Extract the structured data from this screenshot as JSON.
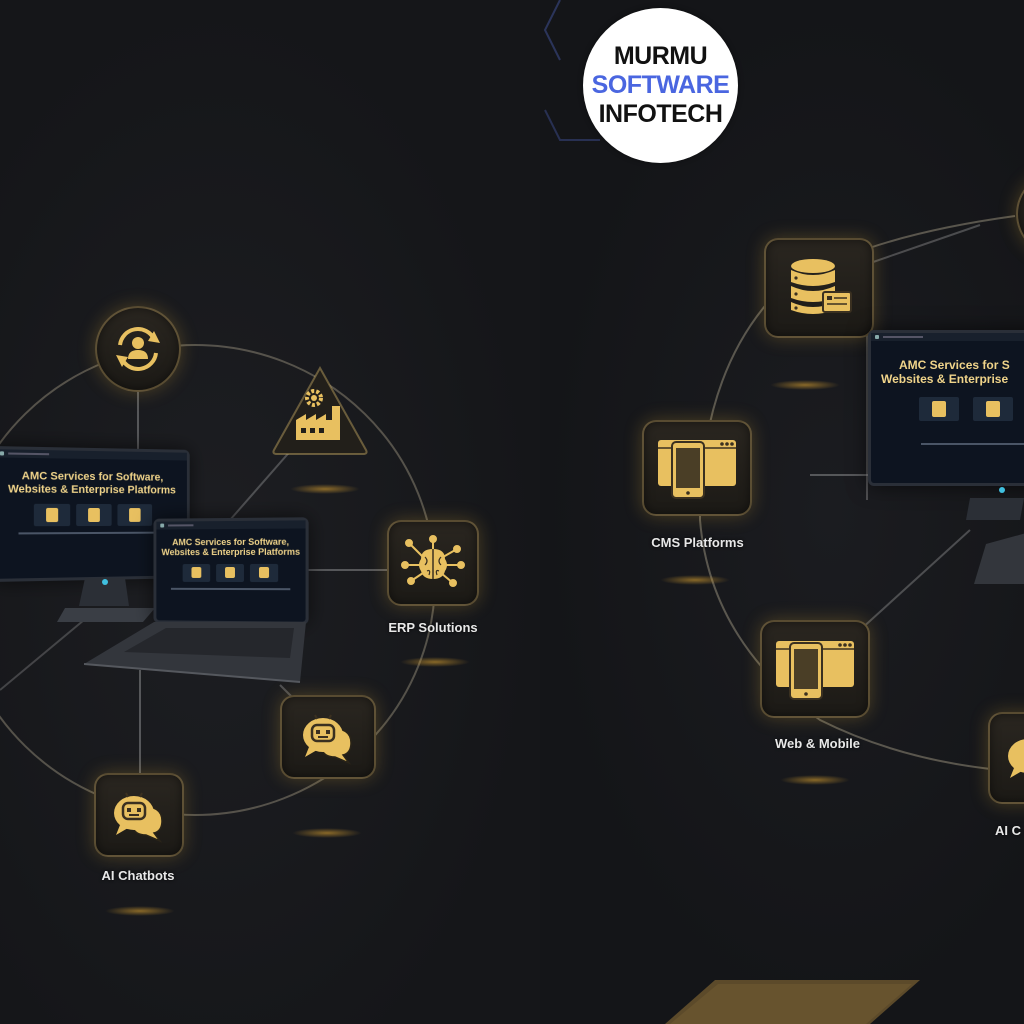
{
  "brand": {
    "line1": "MURMU",
    "line2": "SOFTWARE",
    "line3": "INFOTECH",
    "colors": {
      "dark": "#111111",
      "accent": "#4a66e0",
      "badge_bg": "#ffffff"
    }
  },
  "theme": {
    "background": "#16171a",
    "gold": "#e8c060",
    "node_border": "#c8aa64",
    "label_text": "#e8e8e8"
  },
  "left_panel": {
    "monitor_screen": {
      "title_line1": "AMC Services for Software,",
      "title_line2": "Websites & Enterprise Platforms"
    },
    "laptop_screen": {
      "title_line1": "AMC Services for Software,",
      "title_line2": "Websites & Enterprise Platforms"
    },
    "nodes": [
      {
        "id": "support-cycle",
        "icon": "user-sync-icon",
        "label": ""
      },
      {
        "id": "manufacturing",
        "icon": "factory-gear-icon",
        "label": ""
      },
      {
        "id": "erp",
        "icon": "ai-brain-icon",
        "label": "ERP Solutions"
      },
      {
        "id": "chatbot-right",
        "icon": "robot-chat-icon",
        "label": ""
      },
      {
        "id": "ai-chatbots",
        "icon": "robot-chat-icon",
        "label": "AI Chatbots"
      }
    ]
  },
  "right_panel": {
    "monitor_screen": {
      "title_line1": "AMC Services for S",
      "title_line2": "Websites & Enterprise"
    },
    "nodes": [
      {
        "id": "database",
        "icon": "database-card-icon",
        "label": ""
      },
      {
        "id": "cms",
        "icon": "web-mobile-icon",
        "label": "CMS Platforms"
      },
      {
        "id": "web-mobile",
        "icon": "web-mobile-icon",
        "label": "Web & Mobile"
      },
      {
        "id": "sync-top",
        "icon": "sync-icon",
        "label": ""
      },
      {
        "id": "ai-chat-partial",
        "icon": "robot-chat-icon",
        "label": "AI C"
      }
    ]
  }
}
